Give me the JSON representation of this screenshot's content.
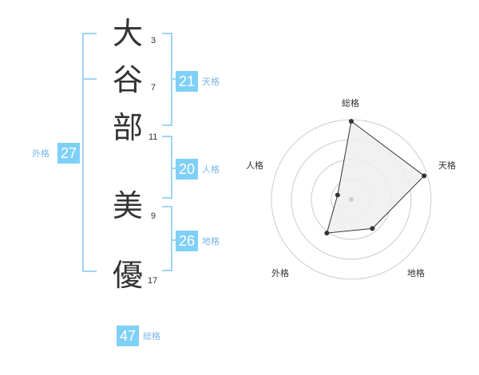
{
  "name": {
    "characters": [
      {
        "char": "大",
        "strokes": "3"
      },
      {
        "char": "谷",
        "strokes": "7"
      },
      {
        "char": "部",
        "strokes": "11"
      },
      {
        "char": "美",
        "strokes": "9"
      },
      {
        "char": "優",
        "strokes": "17"
      }
    ]
  },
  "fortunes": {
    "tenkaku": {
      "value": "21",
      "label": "天格"
    },
    "jinkaku": {
      "value": "20",
      "label": "人格"
    },
    "chikaku": {
      "value": "26",
      "label": "地格"
    },
    "gaikaku": {
      "value": "27",
      "label": "外格"
    },
    "soukaku": {
      "value": "47",
      "label": "総格"
    }
  },
  "chart_data": {
    "type": "radar",
    "axes": [
      "総格",
      "天格",
      "地格",
      "外格",
      "人格"
    ],
    "values": [
      0.98,
      0.96,
      0.45,
      0.52,
      0.18
    ],
    "range": [
      0,
      1
    ],
    "rings": 4,
    "grid": true,
    "colors": {
      "fill": "#eeeeee",
      "line": "#333333",
      "grid": "#cccccc",
      "center": "#cccccc"
    }
  }
}
